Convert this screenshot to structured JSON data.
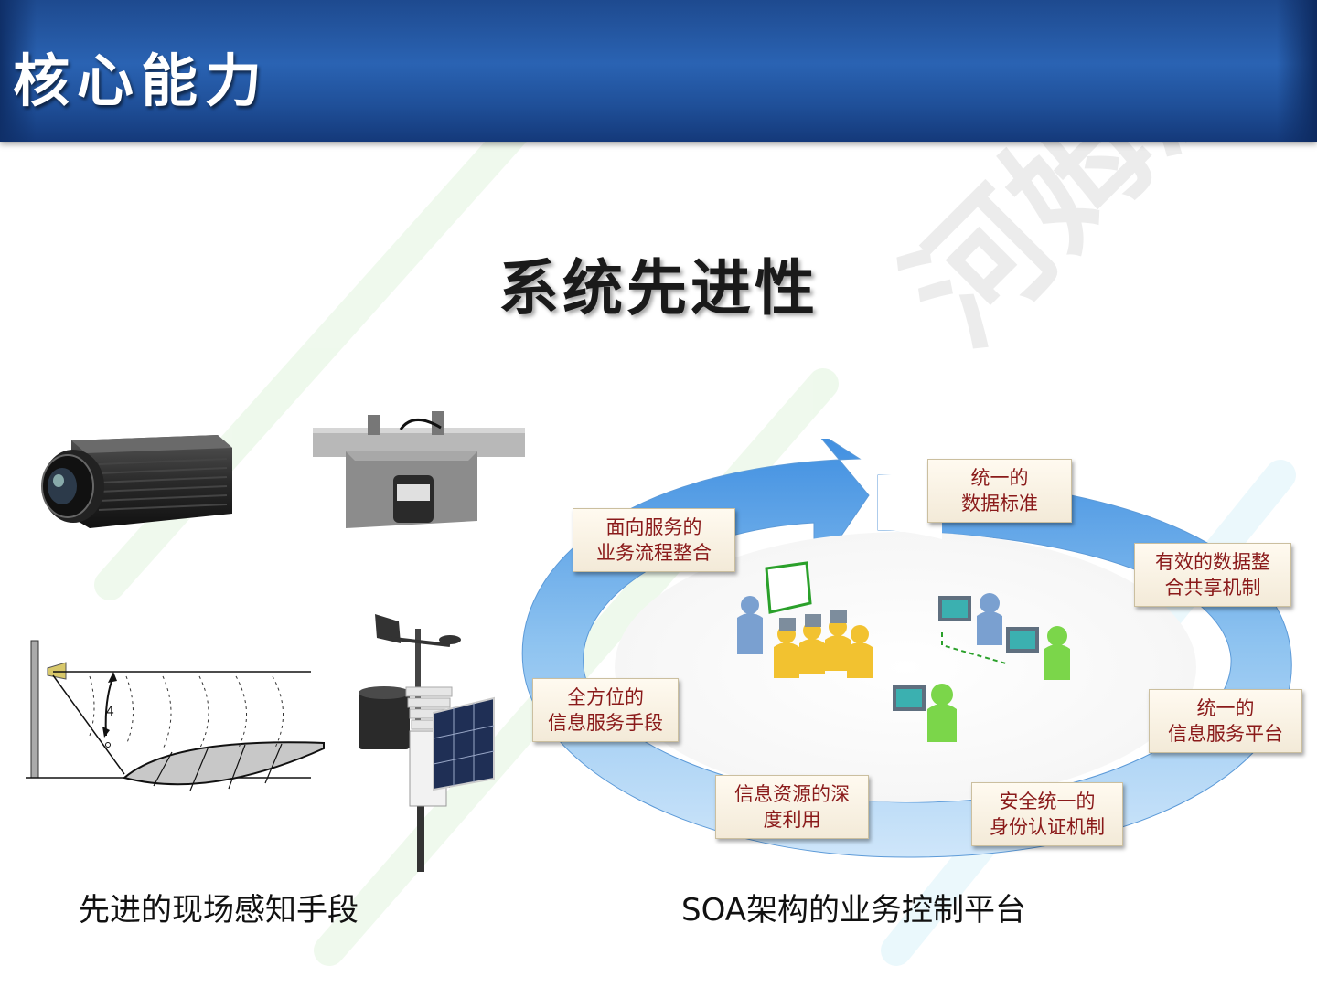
{
  "header": {
    "title": "核心能力"
  },
  "slide": {
    "title": "系统先进性"
  },
  "captions": {
    "left": "先进的现场感知手段",
    "right": "SOA架构的业务控制平台"
  },
  "cycle_labels": [
    {
      "line1": "统一的",
      "line2": "数据标准"
    },
    {
      "line1": "有效的数据整",
      "line2": "合共享机制"
    },
    {
      "line1": "统一的",
      "line2": "信息服务平台"
    },
    {
      "line1": "安全统一的",
      "line2": "身份认证机制"
    },
    {
      "line1": "信息资源的深",
      "line2": "度利用"
    },
    {
      "line1": "全方位的",
      "line2": "信息服务手段"
    },
    {
      "line1": "面向服务的",
      "line2": "业务流程整合"
    }
  ],
  "diagram_annotation": "4",
  "watermark": "homedo.com 河姆渡"
}
